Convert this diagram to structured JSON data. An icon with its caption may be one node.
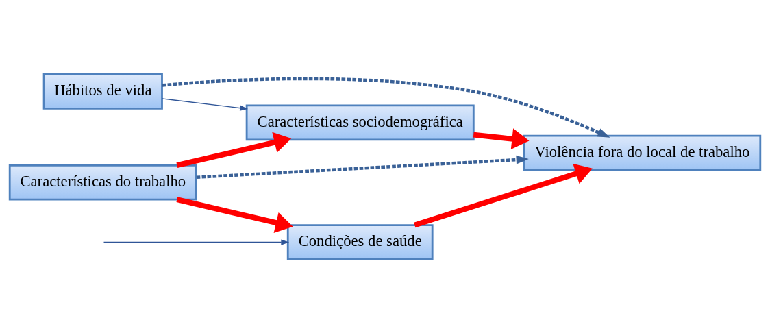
{
  "diagram": {
    "nodes": [
      {
        "text": [
          "Hábitos de vida"
        ]
      },
      {
        "text": [
          "Características sociodemográfica"
        ]
      },
      {
        "text": [
          "Características do trabalho"
        ]
      },
      {
        "text": [
          "Violência fora do local de trabalho"
        ]
      },
      {
        "text": [
          "Condições de saúde"
        ]
      }
    ],
    "edges": [
      {
        "from": 0,
        "to": 1,
        "arrow": "to",
        "color": "#2f5597"
      },
      {
        "from": null,
        "to": 4,
        "arrow": "to",
        "color": "#2f5597"
      },
      {
        "from": 0,
        "to": 3,
        "arrow": "to",
        "style": "dashed",
        "color": "#3a6197"
      },
      {
        "from": 2,
        "to": 3,
        "arrow": "to",
        "style": "dashed",
        "color": "#3a6197"
      },
      {
        "from": 2,
        "to": 1,
        "arrow": "to"
      },
      {
        "from": 2,
        "to": 4,
        "arrow": "to"
      },
      {
        "from": 1,
        "to": 3,
        "arrow": "to"
      },
      {
        "from": 4,
        "to": 3,
        "arrow": "to"
      }
    ]
  }
}
